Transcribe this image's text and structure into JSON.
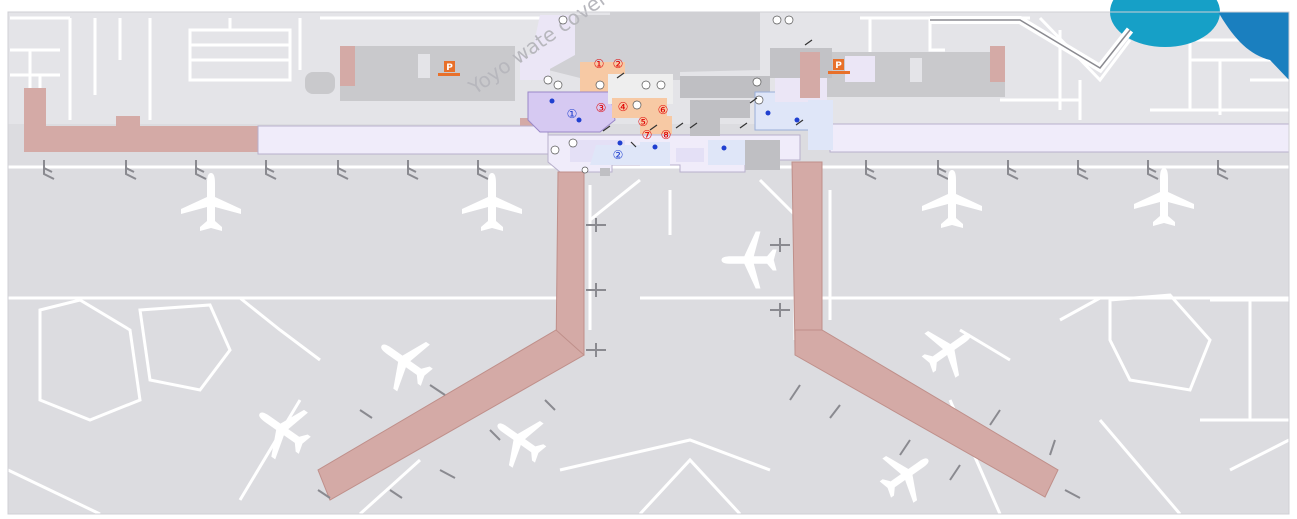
{
  "map": {
    "background_color": "#dcdce0",
    "apron_color": "#d2d2d7",
    "road_color": "#ffffff",
    "pier_color": "#d4aaa6",
    "terminal_color": "#f0ecfa",
    "building_color": "#c9c9cc",
    "accent_red": "#e00000",
    "accent_blue": "#2040d0",
    "water_color": "#1a7fbf",
    "parking_color": "#e8702a",
    "watermark": "Yoyo wate cover"
  },
  "parking": [
    {
      "id": "p1",
      "icon": "parking-icon",
      "label": "P"
    },
    {
      "id": "p2",
      "icon": "parking-icon",
      "label": "P"
    }
  ],
  "red_markers": [
    {
      "id": "r1",
      "label": "①"
    },
    {
      "id": "r2",
      "label": "②"
    },
    {
      "id": "r3",
      "label": "③"
    },
    {
      "id": "r4",
      "label": "④"
    },
    {
      "id": "r5",
      "label": "⑤"
    },
    {
      "id": "r6",
      "label": "⑥"
    },
    {
      "id": "r7",
      "label": "⑦"
    },
    {
      "id": "r8",
      "label": "⑧"
    }
  ],
  "blue_markers": [
    {
      "id": "b1",
      "label": "①"
    },
    {
      "id": "b2",
      "label": "②"
    }
  ],
  "icons": [
    "airplane-icon",
    "restroom-icon",
    "escalator-icon",
    "lounge-icon",
    "parking-icon"
  ]
}
